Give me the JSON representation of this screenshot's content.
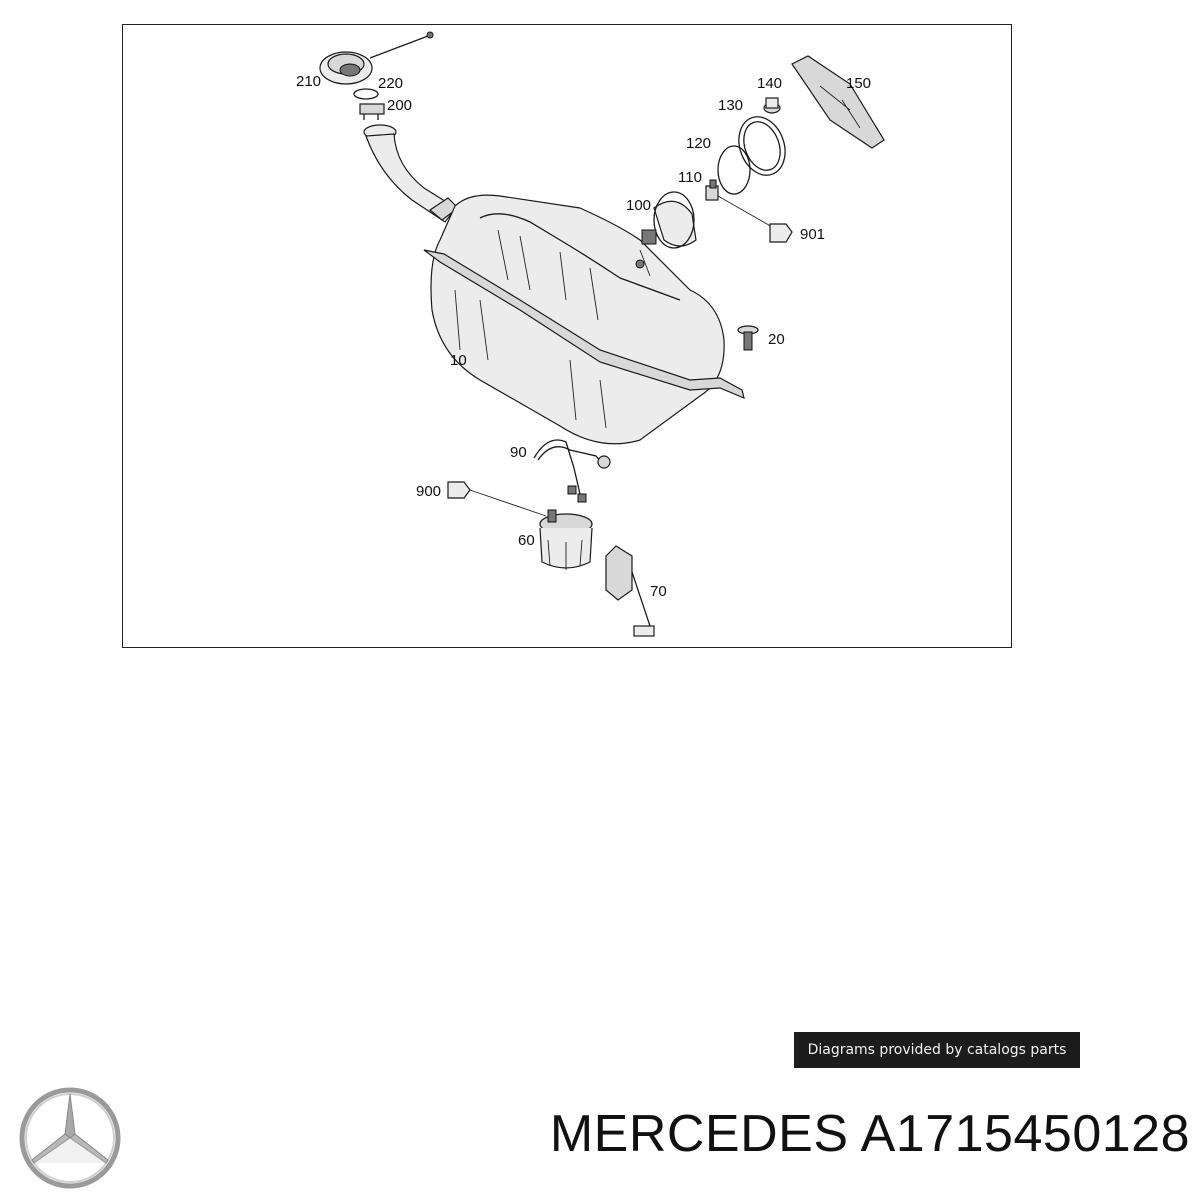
{
  "diagram": {
    "callouts": [
      "210",
      "220",
      "200",
      "140",
      "150",
      "130",
      "120",
      "110",
      "100",
      "901",
      "20",
      "10",
      "90",
      "900",
      "60",
      "70"
    ]
  },
  "watermark": {
    "text": "Diagrams provided by catalogs parts"
  },
  "brand": {
    "logo_icon": "mercedes-star-icon"
  },
  "title": {
    "text": "MERCEDES A1715450128"
  },
  "colors": {
    "line": "#1a1a1a",
    "watermark_bg": "#1c1c1c",
    "background": "#ffffff"
  }
}
